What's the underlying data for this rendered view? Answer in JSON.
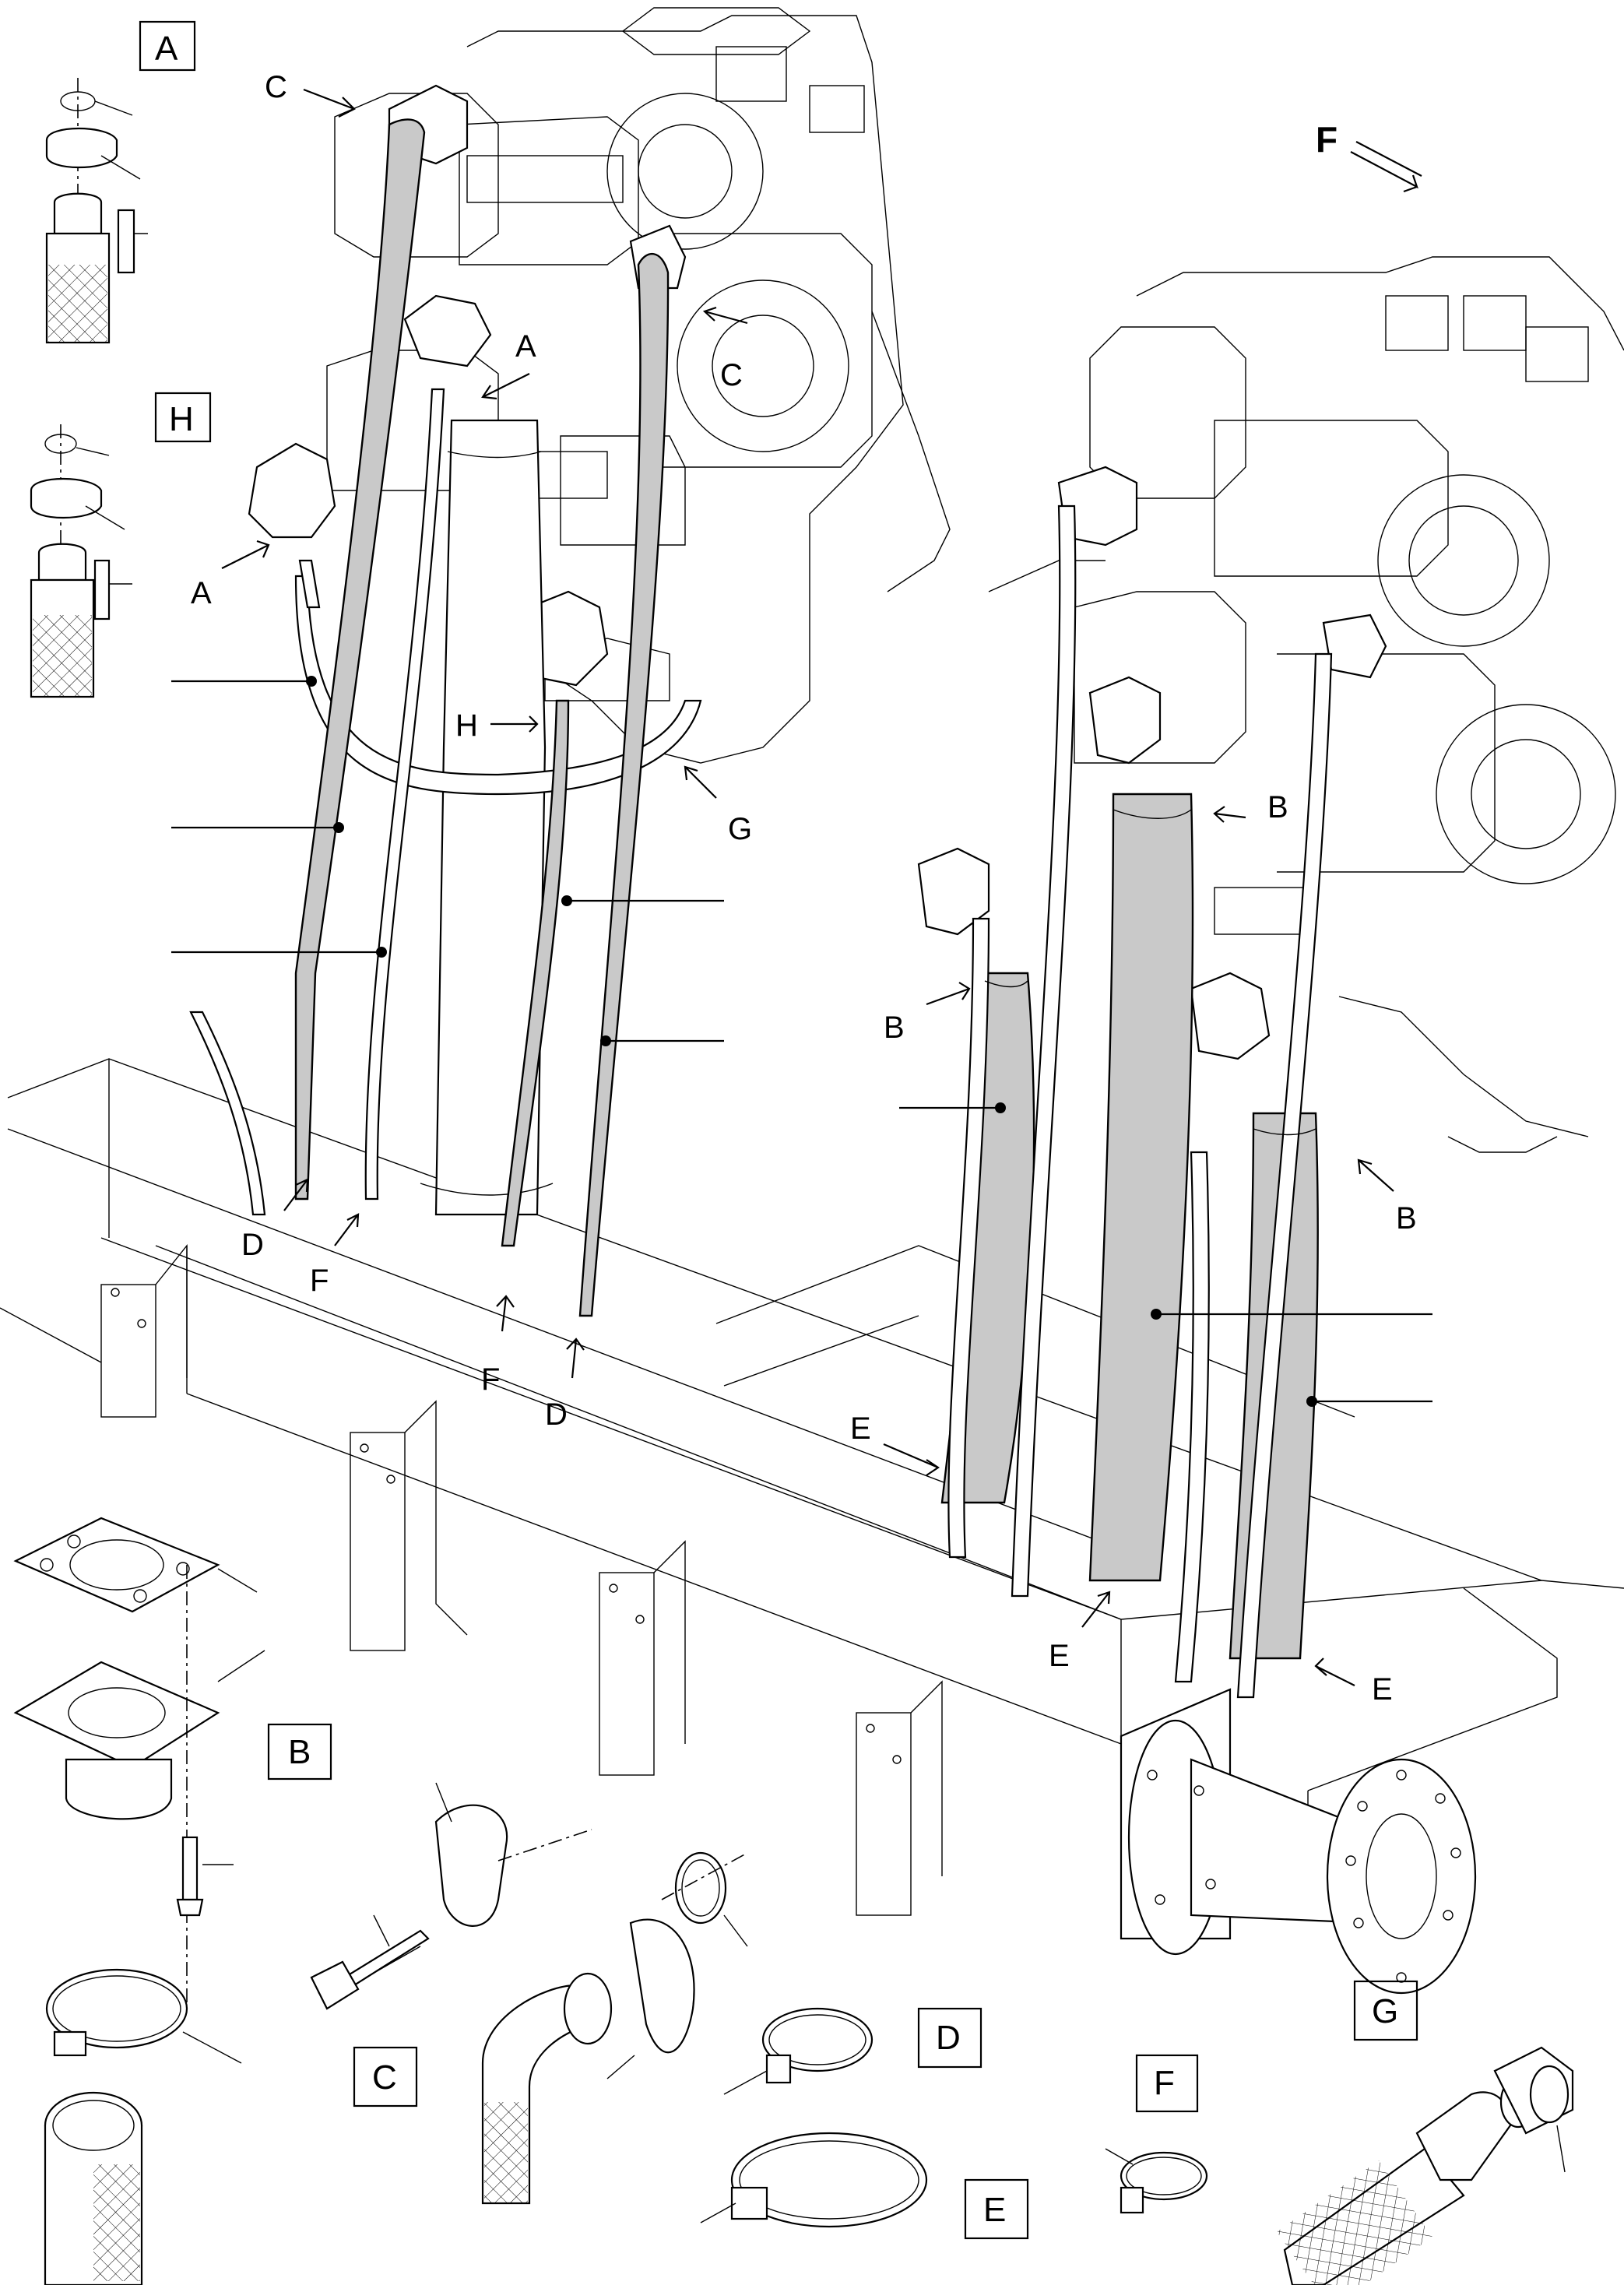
{
  "detail_boxes": [
    {
      "id": "A",
      "label": "A"
    },
    {
      "id": "H",
      "label": "H"
    },
    {
      "id": "B",
      "label": "B"
    },
    {
      "id": "C",
      "label": "C"
    },
    {
      "id": "D",
      "label": "D"
    },
    {
      "id": "E",
      "label": "E"
    },
    {
      "id": "F",
      "label": "F"
    },
    {
      "id": "G",
      "label": "G"
    }
  ],
  "callouts": {
    "c_top": "C",
    "c_right": "C",
    "a_top": "A",
    "a_left": "A",
    "h_mid": "H",
    "g_mid": "G",
    "d_left": "D",
    "f_left": "F",
    "f_mid": "F",
    "d_mid": "D",
    "b_upper": "B",
    "b_left": "B",
    "b_right": "B",
    "e_left": "E",
    "e_mid": "E",
    "e_right": "E"
  },
  "direction_label": "F"
}
